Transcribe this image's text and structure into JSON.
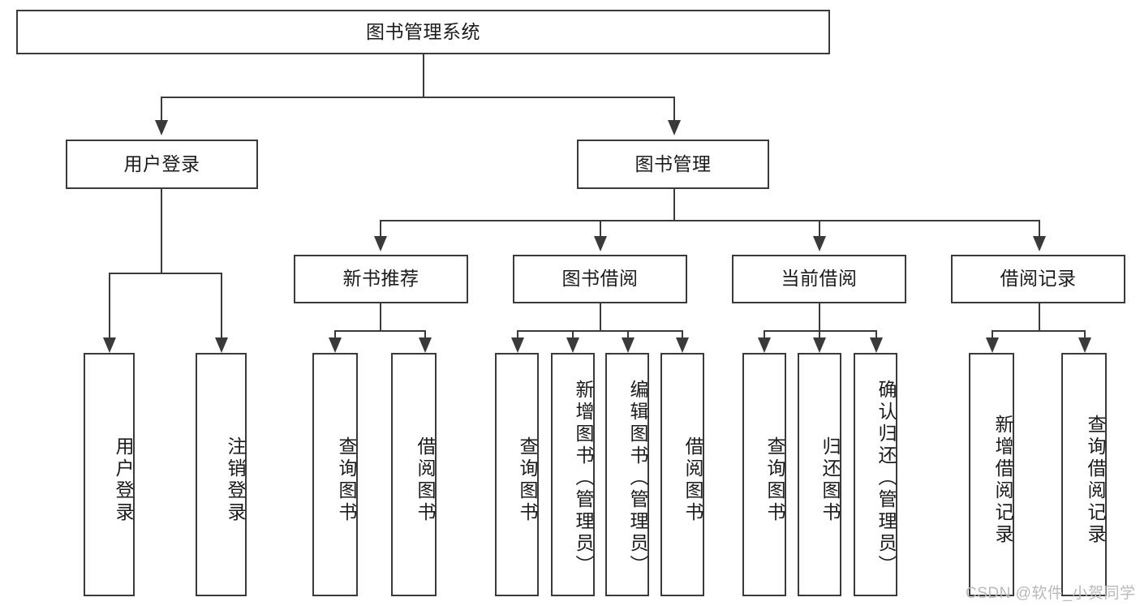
{
  "diagram": {
    "title": "图书管理系统",
    "type": "functional-decomposition-tree",
    "root": {
      "label": "图书管理系统",
      "level": 1
    },
    "level2": [
      {
        "id": "user-login",
        "label": "用户登录"
      },
      {
        "id": "book-management",
        "label": "图书管理"
      }
    ],
    "level3": [
      {
        "id": "new-book-recommend",
        "label": "新书推荐",
        "parent": "book-management"
      },
      {
        "id": "book-borrow",
        "label": "图书借阅",
        "parent": "book-management"
      },
      {
        "id": "current-borrow",
        "label": "当前借阅",
        "parent": "book-management"
      },
      {
        "id": "borrow-record",
        "label": "借阅记录",
        "parent": "book-management"
      }
    ],
    "leaves": {
      "user_login": [
        {
          "id": "leaf-user-login",
          "label": "用户登录"
        },
        {
          "id": "leaf-user-logout",
          "label": "注销登录"
        }
      ],
      "new_book_recommend": [
        {
          "id": "leaf-query-book-1",
          "label": "查询图书"
        },
        {
          "id": "leaf-borrow-book-1",
          "label": "借阅图书"
        }
      ],
      "book_borrow": [
        {
          "id": "leaf-query-book-2",
          "label": "查询图书"
        },
        {
          "id": "leaf-add-book",
          "label": "新增图书（管理员）"
        },
        {
          "id": "leaf-edit-book",
          "label": "编辑图书（管理员）"
        },
        {
          "id": "leaf-borrow-book-2",
          "label": "借阅图书"
        }
      ],
      "current_borrow": [
        {
          "id": "leaf-query-book-3",
          "label": "查询图书"
        },
        {
          "id": "leaf-return-book",
          "label": "归还图书"
        },
        {
          "id": "leaf-confirm-return",
          "label": "确认归还（管理员）"
        }
      ],
      "borrow_record": [
        {
          "id": "leaf-add-borrow-record",
          "label": "新增借阅记录"
        },
        {
          "id": "leaf-query-borrow-record",
          "label": "查询借阅记录"
        }
      ]
    }
  },
  "watermark": {
    "text": "CSDN @软件_小贺同学"
  },
  "colors": {
    "stroke": "#3a3a3a",
    "text": "#1b1b1b",
    "background": "#ffffff",
    "watermark": "#b9b9b9"
  }
}
